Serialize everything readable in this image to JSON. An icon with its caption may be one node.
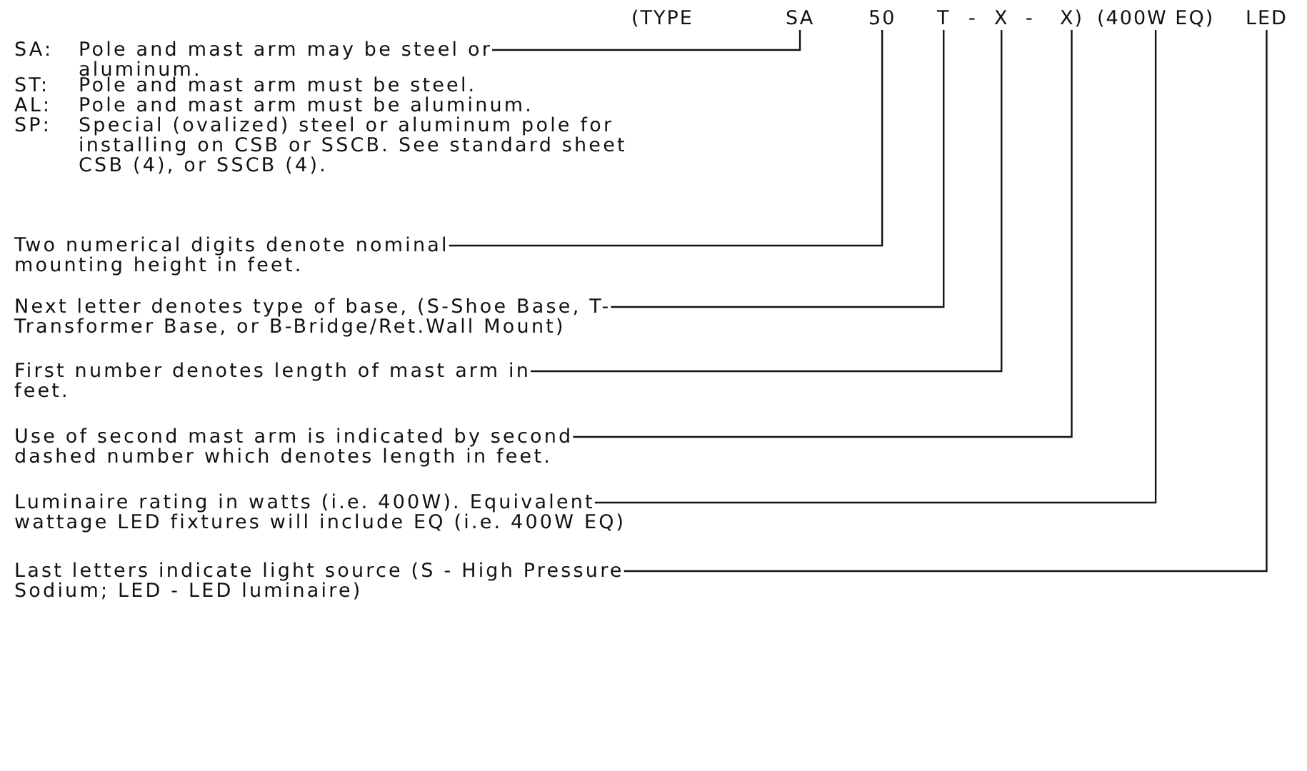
{
  "diagram": {
    "nodes": [
      {
        "text": [
          "SA"
        ]
      },
      {
        "text": [
          "50"
        ]
      },
      {
        "text": [
          "T"
        ]
      },
      {
        "text": [
          "X"
        ]
      },
      {
        "text": [
          "X)"
        ]
      },
      {
        "text": [
          "(400W EQ)"
        ]
      },
      {
        "text": [
          "LED"
        ]
      },
      {
        "text": [
          "SA:",
          "Pole and mast arm may be steel or aluminum."
        ]
      },
      {
        "text": [
          "Two numerical digits denote nominal mounting height in feet."
        ]
      },
      {
        "text": [
          "Next letter denotes type of base, (S-Shoe Base, T-Transformer Base, or B-Bridge/Ret.Wall Mount)"
        ]
      },
      {
        "text": [
          "First number denotes length of mast arm in feet."
        ]
      },
      {
        "text": [
          "Use of second mast arm is indicated by second dashed number which denotes length in feet."
        ]
      },
      {
        "text": [
          "Luminaire rating in watts (i.e. 400W). Equivalent wattage LED fixtures will include EQ (i.e. 400W EQ)"
        ]
      },
      {
        "text": [
          "Last letters indicate light source (S - High Pressure Sodium; LED - LED luminaire)"
        ]
      }
    ],
    "edges": [
      {
        "from": 7,
        "to": 0,
        "arrow": "none"
      },
      {
        "from": 8,
        "to": 1,
        "arrow": "none"
      },
      {
        "from": 9,
        "to": 2,
        "arrow": "none"
      },
      {
        "from": 10,
        "to": 3,
        "arrow": "none"
      },
      {
        "from": 11,
        "to": 4,
        "arrow": "none"
      },
      {
        "from": 12,
        "to": 5,
        "arrow": "none"
      },
      {
        "from": 13,
        "to": 6,
        "arrow": "none"
      }
    ],
    "labels": [
      "(TYPE",
      "-",
      "-",
      "ST:",
      "Pole and mast arm must be steel.",
      "AL:",
      "Pole and mast arm must be aluminum.",
      "SP:",
      "Special (ovalized) steel or aluminum pole for installing on CSB or SSCB. See standard sheet CSB (4), or SSCB (4)."
    ]
  }
}
